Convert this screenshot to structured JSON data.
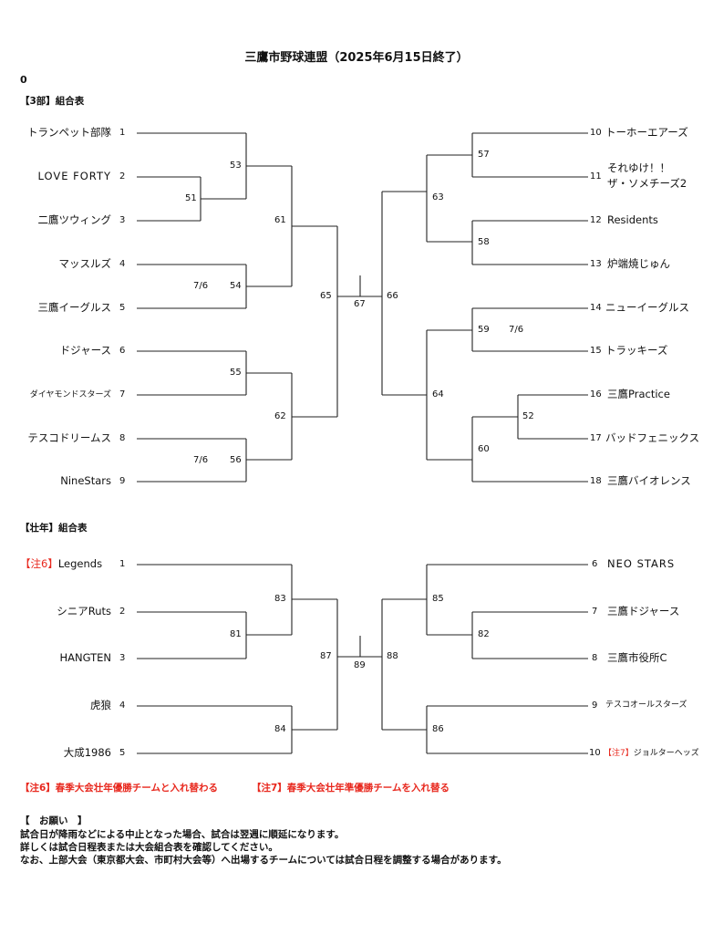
{
  "title": "三鷹市野球連盟（2025年6月15日終了）",
  "zero_mark": "0",
  "div3": {
    "label": "【3部】組合表",
    "left_teams": [
      {
        "seed": "1",
        "name": "トランペット部隊"
      },
      {
        "seed": "2",
        "name": "LOVE FORTY"
      },
      {
        "seed": "3",
        "name": "二鷹ツウィング"
      },
      {
        "seed": "4",
        "name": "マッスルズ"
      },
      {
        "seed": "5",
        "name": "三鷹イーグルス"
      },
      {
        "seed": "6",
        "name": "ドジャース"
      },
      {
        "seed": "7",
        "name": "ダイヤモンドスターズ"
      },
      {
        "seed": "8",
        "name": "テスコドリームス"
      },
      {
        "seed": "9",
        "name": "NineStars"
      }
    ],
    "right_teams": [
      {
        "seed": "10",
        "name": "トーホーエアーズ"
      },
      {
        "seed": "11",
        "name": "それゆけ！！",
        "name2": "ザ・ソメチーズ2"
      },
      {
        "seed": "12",
        "name": "Residents"
      },
      {
        "seed": "13",
        "name": "炉端焼じゅん"
      },
      {
        "seed": "14",
        "name": "ニューイーグルス"
      },
      {
        "seed": "15",
        "name": "トラッキーズ"
      },
      {
        "seed": "16",
        "name": "三鷹Practice"
      },
      {
        "seed": "17",
        "name": "バッドフェニックス"
      },
      {
        "seed": "18",
        "name": "三鷹バイオレンス"
      }
    ],
    "games": [
      "51",
      "53",
      "54",
      "55",
      "56",
      "61",
      "62",
      "65",
      "67",
      "66",
      "63",
      "64",
      "57",
      "58",
      "59",
      "60",
      "52"
    ],
    "dates": [
      "7/6",
      "7/6",
      "7/6"
    ]
  },
  "senior": {
    "label": "【壮年】組合表",
    "note6_tag": "【注6】",
    "left_teams": [
      {
        "seed": "1",
        "name": "Legends"
      },
      {
        "seed": "2",
        "name": "シニアRuts"
      },
      {
        "seed": "3",
        "name": "HANGTEN"
      },
      {
        "seed": "4",
        "name": "虎狼"
      },
      {
        "seed": "5",
        "name": "大成1986"
      }
    ],
    "note7_tag": "【注7】",
    "right_teams": [
      {
        "seed": "6",
        "name": "NEO STARS"
      },
      {
        "seed": "7",
        "name": "三鷹ドジャース"
      },
      {
        "seed": "8",
        "name": "三鷹市役所C"
      },
      {
        "seed": "9",
        "name": "テスコオールスターズ"
      },
      {
        "seed": "10",
        "name": "ジョルターヘッズ"
      }
    ],
    "games": [
      "81",
      "83",
      "84",
      "87",
      "89",
      "88",
      "85",
      "86",
      "82"
    ]
  },
  "notes": {
    "note6": "【注6】春季大会壮年優勝チームと入れ替わる",
    "note7": "【注7】春季大会壮年準優勝チームを入れ替る"
  },
  "request": {
    "heading": "【　お願い　】",
    "lines": [
      "試合日が降雨などによる中止となった場合、試合は翌週に順延になります。",
      "詳しくは試合日程表または大会組合表を確認してください。",
      "なお、上部大会（東京都大会、市町村大会等）へ出場するチームについては試合日程を調整する場合があります。"
    ]
  }
}
